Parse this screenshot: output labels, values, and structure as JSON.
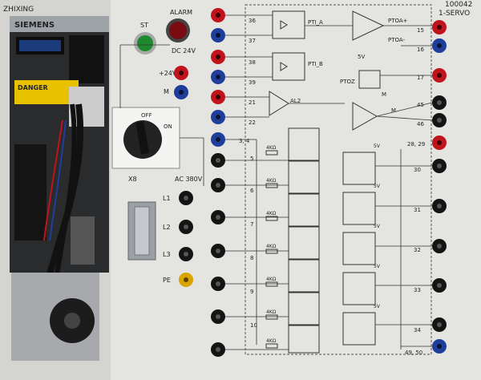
{
  "panel": {
    "model_code": "100042",
    "model_name": "1-SERVO",
    "corner_mark": "ZHIXING"
  },
  "drive": {
    "brand": "SIEMENS",
    "danger": "DANGER"
  },
  "controls": {
    "start_label": "ST",
    "alarm_label": "ALARM",
    "dc_label": "DC 24V",
    "plus24_label": "+24V",
    "m_label": "M",
    "switch_off": "OFF",
    "switch_on": "ON",
    "switch_id": "X8",
    "ac_label": "AC 380V",
    "l1": "L1",
    "l2": "L2",
    "l3": "L3",
    "pe": "PE"
  },
  "signals": {
    "pti_a": "PTI_A",
    "pti_b": "PTI_B",
    "al2": "AL2",
    "pto_a_plus": "PTOA+",
    "pto_a_minus": "PTOA-",
    "ptoz": "PTOZ",
    "five_v": "5V",
    "m": "M",
    "res": "4KΩ",
    "term_2829": "28, 29",
    "term_4950": "49, 50",
    "term_34left": "3, 4"
  },
  "terminals_left": [
    "36",
    "37",
    "38",
    "39",
    "21",
    "22",
    "5",
    "6",
    "7",
    "8",
    "9",
    "10"
  ],
  "terminals_right": [
    "15",
    "16",
    "17",
    "45",
    "46",
    "30",
    "31",
    "32",
    "33",
    "34"
  ],
  "colors": {
    "red": "#c0141c",
    "blue": "#1f3e9c",
    "black": "#141414",
    "yellow": "#d9a400",
    "green": "#1e8a2e",
    "panel": "#e2e2df"
  }
}
